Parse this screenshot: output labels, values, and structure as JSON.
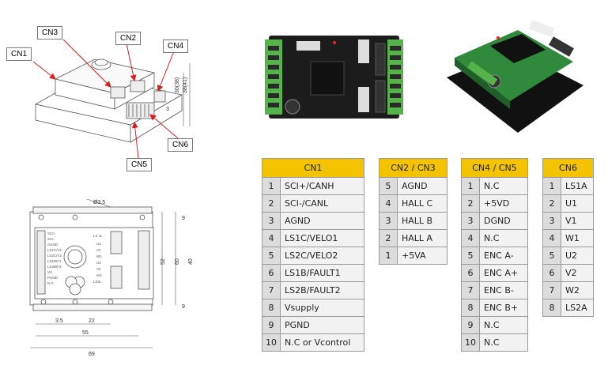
{
  "callouts": {
    "cn1": "CN1",
    "cn2": "CN2",
    "cn3": "CN3",
    "cn4": "CN4",
    "cn5": "CN5",
    "cn6": "CN6"
  },
  "dims": {
    "d30": "30(38)",
    "d38": "38(41)",
    "d3": "3",
    "phi": "Ø3.5",
    "d9a": "9",
    "d52": "52",
    "d60": "60",
    "d40": "40",
    "d9b": "9",
    "d35": "3.5",
    "d22": "22",
    "d55": "55",
    "d69": "69"
  },
  "tables": {
    "cn1": {
      "title": "CN1",
      "rows": [
        {
          "n": "1",
          "s": "SCI+/CANH"
        },
        {
          "n": "2",
          "s": "SCI-/CANL"
        },
        {
          "n": "3",
          "s": "AGND"
        },
        {
          "n": "4",
          "s": "LS1C/VELO1"
        },
        {
          "n": "5",
          "s": "LS2C/VELO2"
        },
        {
          "n": "6",
          "s": "LS1B/FAULT1"
        },
        {
          "n": "7",
          "s": "LS2B/FAULT2"
        },
        {
          "n": "8",
          "s": "Vsupply"
        },
        {
          "n": "9",
          "s": "PGND"
        },
        {
          "n": "10",
          "s": "N.C or Vcontrol"
        }
      ]
    },
    "cn23": {
      "title": "CN2 / CN3",
      "rows": [
        {
          "n": "5",
          "s": "AGND"
        },
        {
          "n": "4",
          "s": "HALL C"
        },
        {
          "n": "3",
          "s": "HALL B"
        },
        {
          "n": "2",
          "s": "HALL A"
        },
        {
          "n": "1",
          "s": "+5VA"
        }
      ]
    },
    "cn45": {
      "title": "CN4 / CN5",
      "rows": [
        {
          "n": "1",
          "s": "N.C"
        },
        {
          "n": "2",
          "s": "+5VD"
        },
        {
          "n": "3",
          "s": "DGND"
        },
        {
          "n": "4",
          "s": "N.C"
        },
        {
          "n": "5",
          "s": "ENC A-"
        },
        {
          "n": "6",
          "s": "ENC A+"
        },
        {
          "n": "7",
          "s": "ENC B-"
        },
        {
          "n": "8",
          "s": "ENC B+"
        },
        {
          "n": "9",
          "s": "N.C"
        },
        {
          "n": "10",
          "s": "N.C"
        }
      ]
    },
    "cn6": {
      "title": "CN6",
      "rows": [
        {
          "n": "1",
          "s": "LS1A"
        },
        {
          "n": "2",
          "s": "U1"
        },
        {
          "n": "3",
          "s": "V1"
        },
        {
          "n": "4",
          "s": "W1"
        },
        {
          "n": "5",
          "s": "U2"
        },
        {
          "n": "6",
          "s": "V2"
        },
        {
          "n": "7",
          "s": "W2"
        },
        {
          "n": "8",
          "s": "LS2A"
        }
      ]
    }
  },
  "colors": {
    "header": "#f3c300",
    "pcb": "#2f8a3c",
    "terminal": "#55b34a",
    "arrow": "#d32020"
  }
}
